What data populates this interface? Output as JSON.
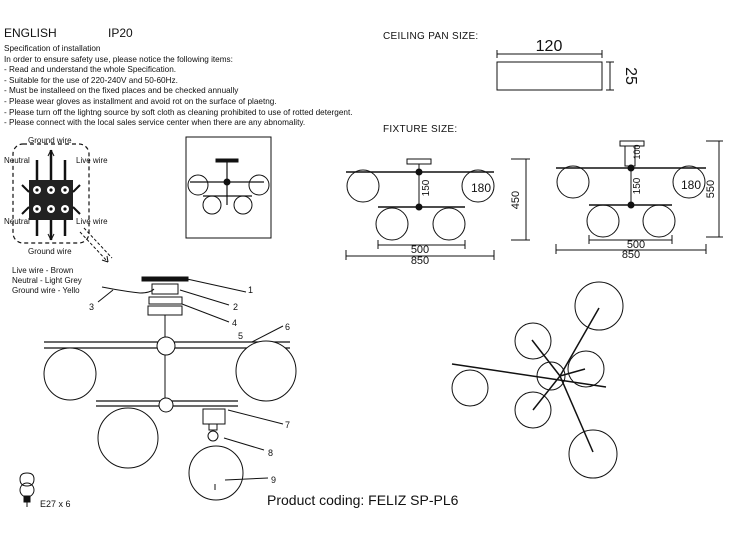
{
  "header": {
    "language": "ENGLISH",
    "ip_rating": "IP20"
  },
  "spec": {
    "title": "Specification of installation",
    "intro": "In order to ensure safety use, please notice the following items:",
    "items": [
      "- Read and understand the whole Specification.",
      "- Suitable for the use of 220-240V and 50-60Hz.",
      "- Must be installeed on the fixed places and be checked annually",
      "- Please wear gloves as installment and avoid rot on the surface of plaetng.",
      "- Please turn off the lightng source by soft cloth as cleaning prohibited to use of rotted detergent.",
      "- Please connect with the local sales service center when there are any abnomality."
    ]
  },
  "wiring": {
    "ground_top": "Ground wire",
    "neutral_top": "Neutral",
    "live_top": "Live wire",
    "neutral_mid": "Neutral",
    "live_mid": "Live wire",
    "ground_bottom": "Ground wire",
    "legend": [
      "Live wire - Brown",
      "Neutral - Light Grey",
      "Ground wire - Yello"
    ]
  },
  "ceiling_pan": {
    "label": "CEILING PAN  SIZE:",
    "width": "120",
    "height": "25"
  },
  "fixture": {
    "label": "FIXTURE SIZE:",
    "left": {
      "d_small": "150",
      "globe": "180",
      "inner": "500",
      "outer": "850",
      "height": "450"
    },
    "right": {
      "d_small": "150",
      "globe": "180",
      "inner": "500",
      "outer": "850",
      "height": "550",
      "top": "100"
    }
  },
  "parts": [
    "1",
    "2",
    "3",
    "4",
    "5",
    "6",
    "7",
    "8",
    "9"
  ],
  "bulb": {
    "label": "E27 x 6"
  },
  "product": "Product coding: FELIZ SP-PL6"
}
